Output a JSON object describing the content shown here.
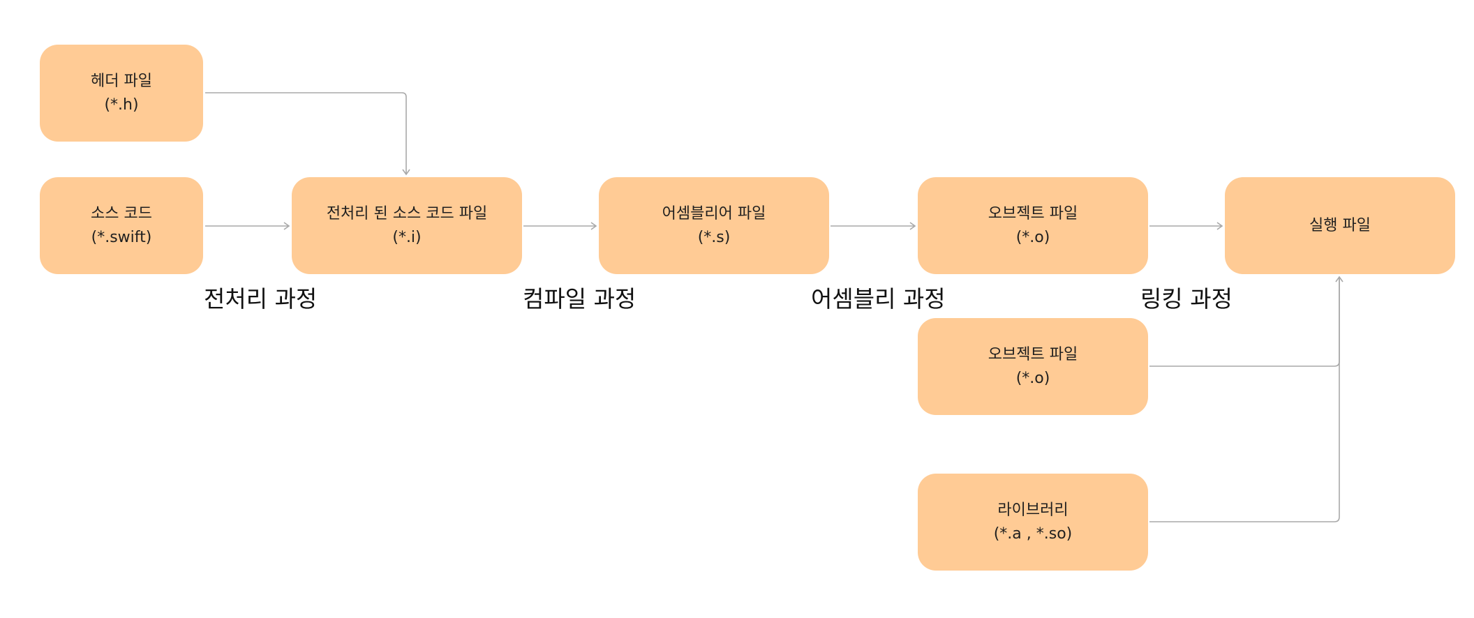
{
  "nodes": {
    "header": {
      "line1": "헤더 파일",
      "line2": "(*.h)"
    },
    "source": {
      "line1": "소스 코드",
      "line2": "(*.swift)"
    },
    "preprocessed": {
      "line1": "전처리 된 소스 코드 파일",
      "line2": "(*.i)"
    },
    "assembly": {
      "line1": "어셈블리어 파일",
      "line2": "(*.s)"
    },
    "object1": {
      "line1": "오브젝트 파일",
      "line2": "(*.o)"
    },
    "object2": {
      "line1": "오브젝트 파일",
      "line2": "(*.o)"
    },
    "library": {
      "line1": "라이브러리",
      "line2": "(*.a , *.so)"
    },
    "executable": {
      "line1": "실행 파일"
    }
  },
  "stages": {
    "preprocess": "전처리 과정",
    "compile": "컴파일 과정",
    "assemble": "어셈블리 과정",
    "link": "링킹 과정"
  },
  "colors": {
    "node_fill": "#ffcb95",
    "edge": "#a8a8a8"
  }
}
